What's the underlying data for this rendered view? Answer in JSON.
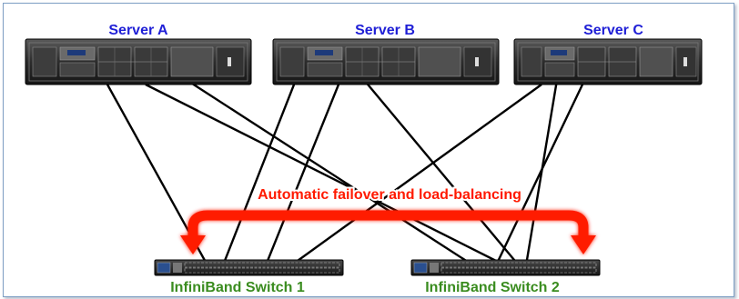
{
  "servers": [
    {
      "label": "Server A"
    },
    {
      "label": "Server B"
    },
    {
      "label": "Server C"
    }
  ],
  "switches": [
    {
      "label": "InfiniBand Switch 1"
    },
    {
      "label": "InfiniBand Switch 2"
    }
  ],
  "failover": {
    "label": "Automatic failover and load-balancing"
  },
  "colors": {
    "server_label": "#1f1fd6",
    "switch_label": "#3a8c1f",
    "failover": "#ff1a00",
    "cable": "#000000",
    "frame": "#7f9fc4"
  }
}
